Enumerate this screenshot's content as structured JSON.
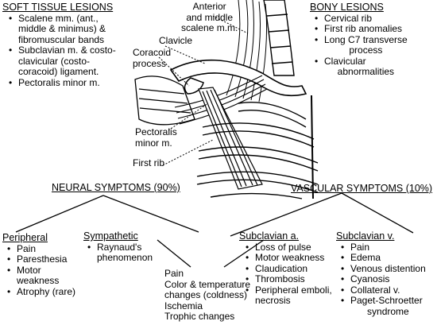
{
  "soft_tissue": {
    "title": "SOFT TISSUE LESIONS",
    "items": [
      {
        "lines": [
          "Scalene mm. (ant.,",
          "middle & minimus) &",
          "fibromuscular bands"
        ]
      },
      {
        "lines": [
          "Subclavian m. & costo-",
          "clavicular  (costo-",
          "coracoid) ligament."
        ]
      },
      {
        "lines": [
          "Pectoralis minor m."
        ]
      }
    ]
  },
  "bony": {
    "title": "BONY LESIONS",
    "items": [
      {
        "lines": [
          "Cervical rib"
        ]
      },
      {
        "lines": [
          "First rib anomalies"
        ]
      },
      {
        "lines": [
          "Long C7 transverse",
          "process"
        ]
      },
      {
        "lines": [
          "Clavicular",
          "abnormalities"
        ]
      }
    ]
  },
  "anatomy_labels": {
    "scalene": [
      "Anterior",
      "and middle",
      "scalene m.m."
    ],
    "clavicle": "Clavicle",
    "coracoid": [
      "Coracoid",
      "process"
    ],
    "pectoralis": [
      "Pectoralis",
      "minor m."
    ],
    "first_rib": "First rib"
  },
  "neural": {
    "title": "NEURAL SYMPTOMS (90%)",
    "peripheral": {
      "title": "Peripheral",
      "items": [
        "Pain",
        "Paresthesia",
        "Motor|weakness",
        "Atrophy (rare)"
      ]
    },
    "sympathetic": {
      "title": "Sympathetic",
      "items": [
        "Raynaud's|phenomenon"
      ]
    }
  },
  "vascular": {
    "title": "VASCULAR SYMPTOMS (10%)",
    "subclavian_a": {
      "title": "Subclavian a.",
      "items": [
        "Loss of pulse",
        "Motor weakness",
        "Claudication",
        "Thrombosis",
        "Peripheral emboli,|necrosis"
      ]
    },
    "subclavian_v": {
      "title": "Subclavian v.",
      "items": [
        "Pain",
        "Edema",
        "Venous distention",
        "Cyanosis",
        "Collateral v.",
        "Paget-Schroetter|syndrome"
      ]
    }
  },
  "shared": {
    "lines": [
      "Pain",
      "Color & temperature",
      "changes (coldness)",
      "Ischemia",
      "Trophic changes"
    ]
  }
}
